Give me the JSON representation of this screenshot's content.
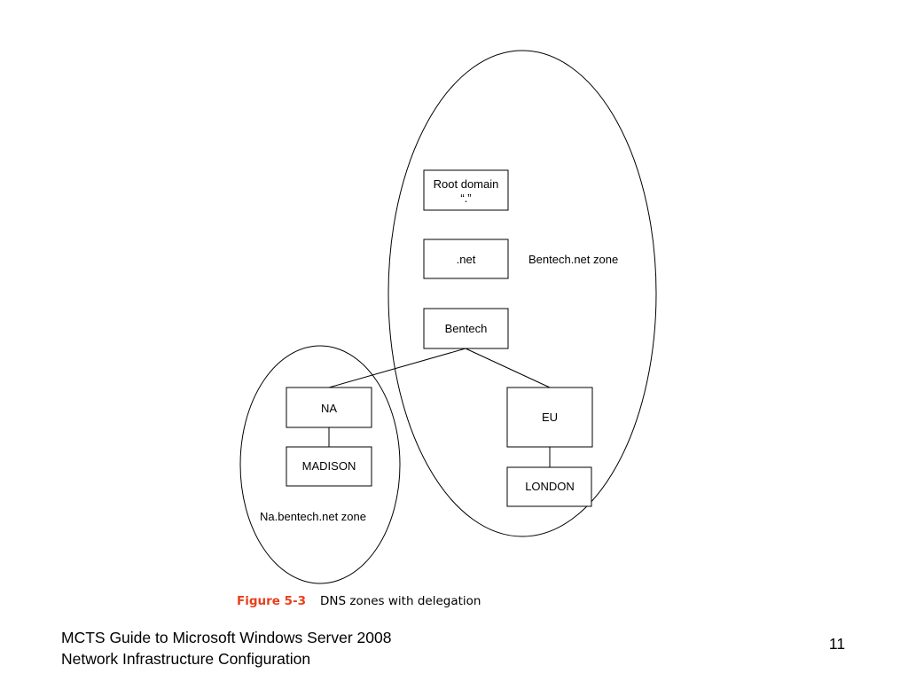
{
  "colors": {
    "caption_accent": "#e8401c",
    "line": "#000000",
    "background": "#ffffff"
  },
  "diagram": {
    "nodes": {
      "root": {
        "line1": "Root domain",
        "line2": "“.”"
      },
      "net": {
        "label": ".net"
      },
      "bentech": {
        "label": "Bentech"
      },
      "na": {
        "label": "NA"
      },
      "madison": {
        "label": "MADISON"
      },
      "eu": {
        "label": "EU"
      },
      "london": {
        "label": "LONDON"
      }
    },
    "zones": {
      "bentech_zone": "Bentech.net zone",
      "na_zone": "Na.bentech.net zone"
    },
    "caption": {
      "number": "Figure 5-3",
      "text": "DNS zones with delegation"
    }
  },
  "footer": {
    "line1": "MCTS Guide to Microsoft Windows Server 2008",
    "line2": "Network Infrastructure Configuration",
    "page": "11"
  }
}
